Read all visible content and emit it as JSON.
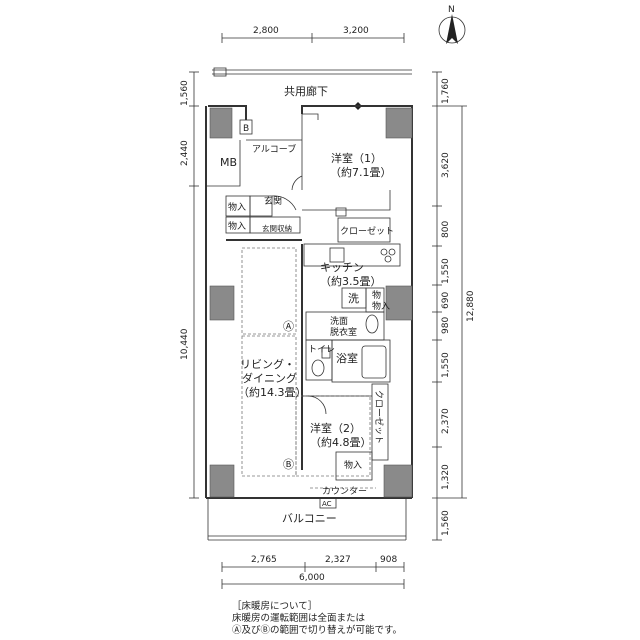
{
  "compass": {
    "north": "N"
  },
  "dims_top": [
    "2,800",
    "3,200"
  ],
  "dims_left": [
    "1,560",
    "2,440",
    "10,440"
  ],
  "dims_right": [
    "1,760",
    "3,620",
    "800",
    "1,550",
    "690",
    "980",
    "1,550",
    "2,370",
    "1,320",
    "1,560",
    "12,880"
  ],
  "dims_bottom": [
    "2,765",
    "2,327",
    "908",
    "6,000"
  ],
  "rooms": {
    "corridor": "共用廊下",
    "alcove": "アルコーブ",
    "mb": "MB",
    "b_mark": "B",
    "western1_name": "洋室（1）",
    "western1_size": "（約7.1畳）",
    "entrance": "玄関",
    "storage1": "物入",
    "storage2": "物入",
    "entrance_storage": "玄関収納",
    "closet1": "クローゼット",
    "kitchen_name": "キッチン",
    "kitchen_size": "（約3.5畳）",
    "washer": "洗",
    "storage3": "物入",
    "washroom1": "洗面",
    "washroom2": "脱衣室",
    "toilet": "トイレ",
    "bathroom": "浴室",
    "living1": "リビング・",
    "living2": "ダイニング",
    "living_size": "（約14.3畳）",
    "western2_name": "洋室（2）",
    "western2_size": "（約4.8畳）",
    "closet2": "クローゼット",
    "storage4": "物入",
    "counter": "カウンター",
    "balcony": "バルコニー",
    "ac": "AC",
    "zone_a": "Ⓐ",
    "zone_b": "Ⓑ"
  },
  "note": {
    "heading": "［床暖房について］",
    "line1": "床暖房の運転範囲は全面または",
    "line2": "Ⓐ及びⒷの範囲で切り替えが可能です。"
  }
}
